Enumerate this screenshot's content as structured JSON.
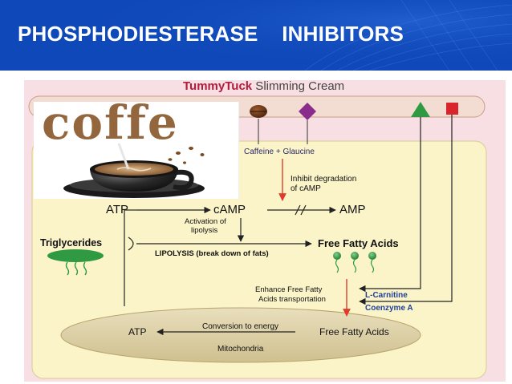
{
  "slide": {
    "title": "PHOSPHODIESTERASE    INHIBITORS"
  },
  "diagram": {
    "product_brand_bold": "TummyTuck",
    "product_brand_rest": " Slimming Cream",
    "ingredients": "Caffeine + Glaucine",
    "inhibit_note_line1": "Inhibit degradation",
    "inhibit_note_line2": "of cAMP",
    "atp_top": "ATP",
    "camp": "cAMP",
    "amp": "AMP",
    "activation_line1": "Activation of",
    "activation_line2": "lipolysis",
    "triglycerides": "Triglycerides",
    "lipolysis": "LIPOLYSIS (break down of fats)",
    "ffa_top": "Free Fatty Acids",
    "enhance_line1": "Enhance Free Fatty",
    "enhance_line2": "Acids transportation",
    "l_carnitine": "L-Carnitine",
    "coenzyme": "Coenzyme A",
    "atp_bottom": "ATP",
    "conversion": "Conversion to energy",
    "ffa_bottom": "Free Fatty Acids",
    "mitochondria": "Mitochondria"
  },
  "photo": {
    "word_art": "coffe"
  },
  "colors": {
    "banner": "#0f48b8",
    "cream_band": "#f3ddd2",
    "pink_bg": "#f8dfe3",
    "yellow_panel": "#fbf4c8",
    "mitochondria_fill": "#ddd1a8",
    "green_symbol": "#2f9a41",
    "red_symbol": "#d9242b",
    "purple_symbol": "#8a2c8c",
    "brown_symbol": "#6b3516",
    "red_arrow": "#e03a2a",
    "blue_label": "#1f3f9a"
  }
}
